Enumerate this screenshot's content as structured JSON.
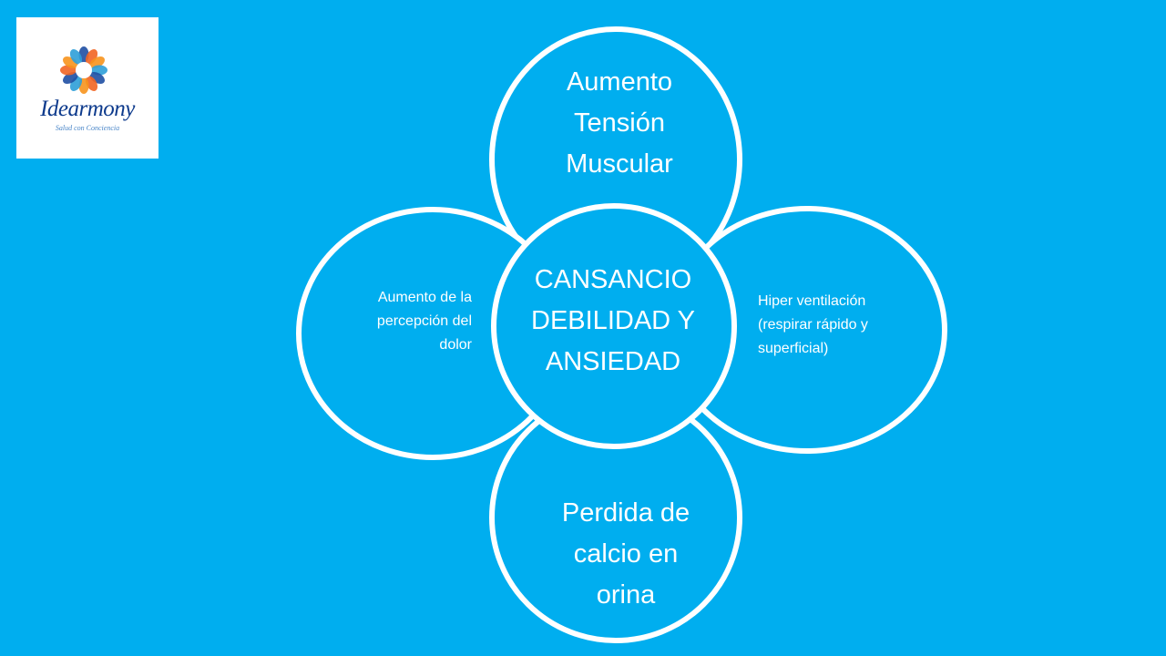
{
  "logo": {
    "name": "Idearmony",
    "tagline": "Salud con Conciencia",
    "colors": [
      "#1f4fa3",
      "#f26522",
      "#f7941d",
      "#2e9fd8"
    ]
  },
  "diagram": {
    "background": "#00aeef",
    "stroke_color": "#ffffff",
    "center": {
      "lines": [
        "CANSANCIO",
        "DEBILIDAD Y",
        "ANSIEDAD"
      ]
    },
    "top": {
      "lines": [
        "Aumento",
        "Tensión",
        "Muscular"
      ]
    },
    "left": {
      "lines": [
        "Aumento de la",
        "percepción del",
        "dolor"
      ]
    },
    "right": {
      "lines": [
        "Hiper ventilación",
        "(respirar rápido y",
        "superficial)"
      ]
    },
    "bottom": {
      "lines": [
        "Perdida de",
        "calcio en",
        "orina"
      ]
    }
  }
}
